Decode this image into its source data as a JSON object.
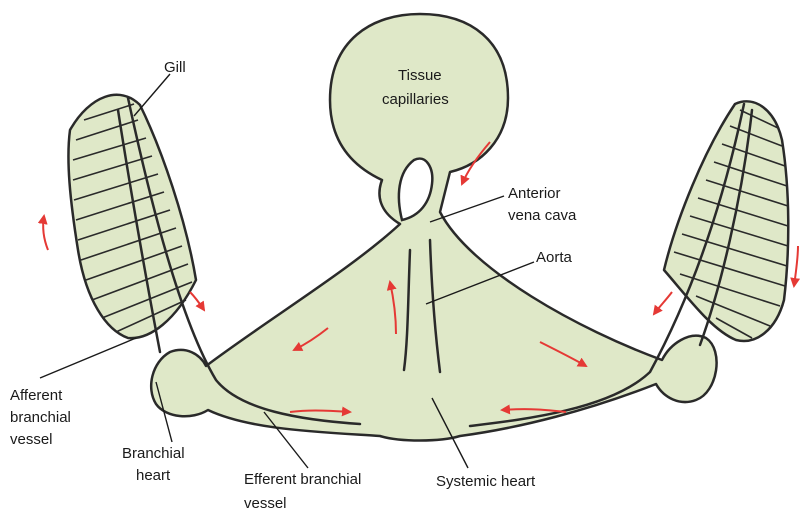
{
  "labels": {
    "gill": "Gill",
    "tissue_1": "Tissue",
    "tissue_2": "capillaries",
    "anterior_1": "Anterior",
    "anterior_2": "vena cava",
    "aorta": "Aorta",
    "afferent_1": "Afferent",
    "afferent_2": "branchial",
    "afferent_3": "vessel",
    "branchial_heart_1": "Branchial",
    "branchial_heart_2": "heart",
    "efferent_1": "Efferent branchial",
    "efferent_2": "vessel",
    "systemic_heart": "Systemic heart"
  },
  "colors": {
    "vessel_fill": "#dfe8c8",
    "outline": "#2a2a2a",
    "flow_arrow": "#e53935"
  }
}
